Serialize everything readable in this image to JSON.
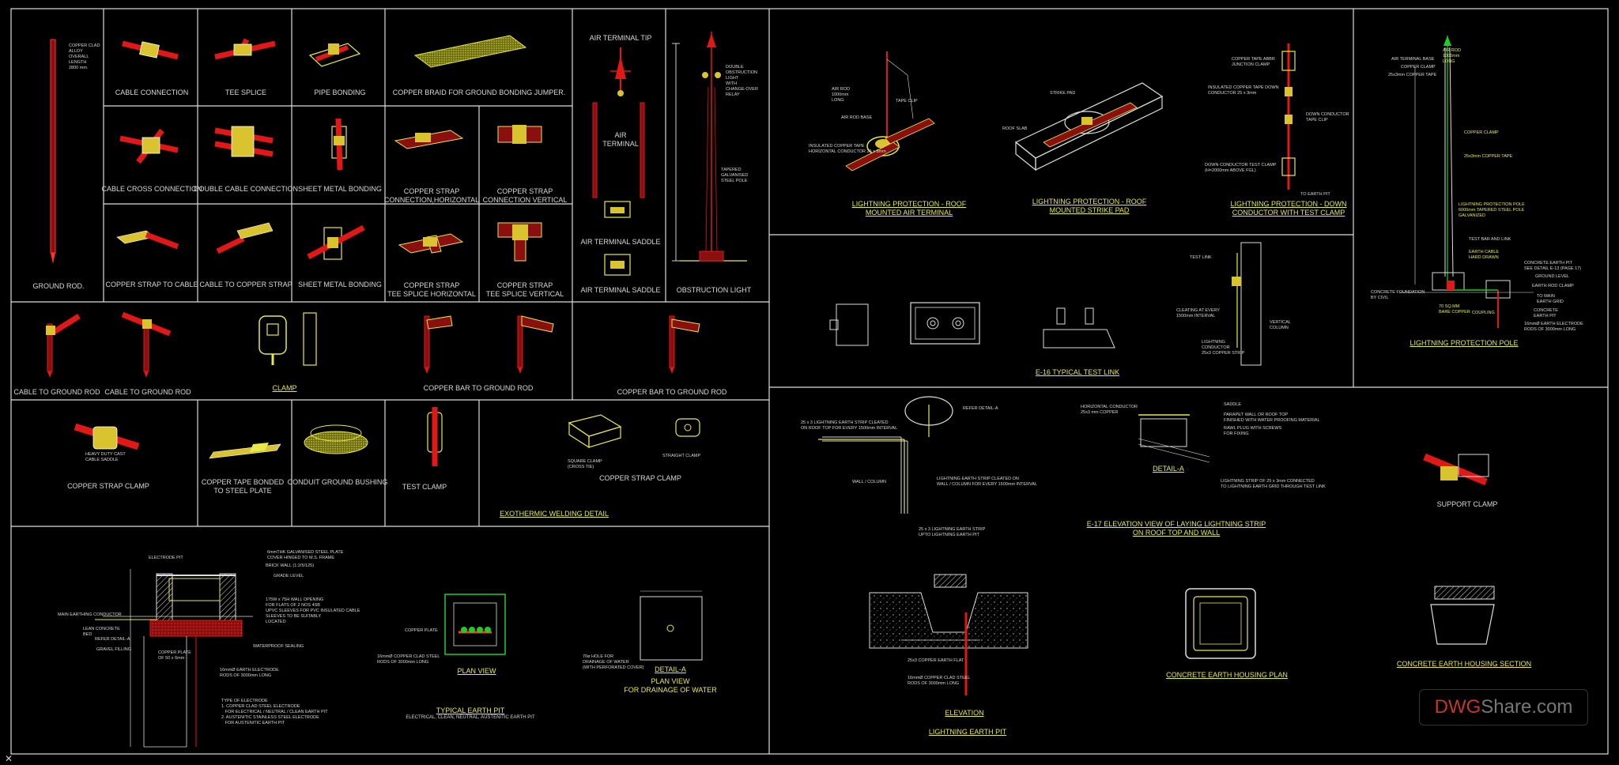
{
  "canvas": {
    "background": "#000000",
    "line_color": "#ffffff",
    "accent_red": "#e01818",
    "accent_yellow": "#e8e84a",
    "accent_green": "#22cc22"
  },
  "left_labels": {
    "ground_rod": "GROUND ROD.",
    "ground_rod_note": "COPPER CLAD\nALLOY\nOVERALL\nLENGTH\n2800 mm.",
    "cable_connection": "CABLE CONNECTION",
    "tee_splice": "TEE SPLICE",
    "pipe_bonding": "PIPE BONDING",
    "copper_braid": "COPPER BRAID FOR GROUND BONDING JUMPER.",
    "cable_cross": "CABLE CROSS CONNECTION",
    "double_cable": "DOUBLE CABLE CONNECTION",
    "sheet_metal_1": "SHEET METAL BONDING",
    "strap_h": "COPPER STRAP\nCONNECTION,HORIZONTAL",
    "strap_v": "COPPER STRAP\nCONNECTION VERTICAL",
    "strap_to_cable": "COPPER STRAP TO CABLE",
    "cable_to_strap": "CABLE TO COPPER STRAP",
    "sheet_metal_2": "SHEET METAL BONDING",
    "strap_tee_h": "COPPER STRAP\nTEE SPLICE HORIZONTAL",
    "strap_tee_v": "COPPER STRAP\nTEE SPLICE VERTICAL",
    "air_tip": "AIR TERMINAL TIP",
    "air_terminal": "AIR\nTERMINAL",
    "air_saddle_1": "AIR TERMINAL SADDLE",
    "air_saddle_2": "AIR TERMINAL SADDLE",
    "obstruction_light": "OBSTRUCTION LIGHT",
    "obstruction_note": "DOUBLE\nOBSTRUCTION\nLIGHT\nWITH\nCHANGE-OVER\nRELAY",
    "tapered_note": "TAPERED\nGALVANISED\nSTEEL POLE",
    "cable_rod_1": "CABLE TO GROUND ROD",
    "cable_rod_2": "CABLE TO GROUND ROD",
    "clamp": "CLAMP",
    "bar_rod_1": "COPPER BAR TO GROUND ROD",
    "bar_rod_2": "COPPER BAR TO GROUND ROD",
    "strap_clamp": "COPPER STRAP CLAMP",
    "strap_clamp_note": "HEAVY DUTY CAST\nCABLE SADDLE",
    "tape_bonded": "COPPER TAPE BONDED\nTO STEEL PLATE",
    "conduit_bushing": "CONDUIT GROUND BUSHING",
    "test_clamp": "TEST CLAMP",
    "square_clamp": "SQUARE CLAMP\n(CROSS TIE)",
    "straight_clamp": "STRAIGHT CLAMP",
    "strap_clamp_2": "COPPER STRAP CLAMP",
    "exothermic": "EXOTHERMIC WELDING DETAIL"
  },
  "earth_pit": {
    "notes_right": [
      "6mmTHK GALVANISED STEEL PLATE\nCOVER HINGED TO M.S. FRAME",
      "BRICK WALL (1:2/5/125)",
      "GRADE LEVEL",
      "175W x 75H WALL OPENING\nFOR FLATS OF 2 NOS 4SB\nUPVC SLEEVES FOR PVC INSULATED CABLE\nSLEEVES TO BE SUITABLY\nLOCATED",
      "WATERPROOF SEALING"
    ],
    "notes_left": [
      "ELECTRODE PIT",
      "MAIN EARTHING CONDUCTOR",
      "LEAN CONCRETE\nBED",
      "REFER DETAIL-A",
      "GRAVEL FILLING"
    ],
    "plate_note": "COPPER PLATE\nOF 50 x 6mm",
    "electrode_note": "16mmØ EARTH ELECTRODE\nRODS OF 3000mm LONG",
    "type_note": "TYPE OF ELECTRODE\n1. COPPER CLAD STEEL ELECTRODE\n   FOR ELECTRICAL / NEUTRAL / CLEAN EARTH PIT\n2. AUSTENITIC STAINLESS STEEL ELECTRODE\n   FOR AUSTENITIC EARTH PIT",
    "plan_view": "PLAN VIEW",
    "copper_plate": "COPPER PLATE",
    "rods_note": "16mmØ COPPER CLAD STEEL\nRODS OF 3000mm LONG",
    "typical_title": "TYPICAL EARTH PIT",
    "typical_sub": "ELECTRICAL, CLEAN, NEUTRAL, AUSTENITIC EARTH PIT",
    "detail_a": "DETAIL-A",
    "plan_drainage": "PLAN VIEW\nFOR DRAINAGE OF WATER",
    "hole_note": "70ø HOLE FOR\nDRAINAGE OF WATER\n(WITH PERFORATED COVER)"
  },
  "right_labels": {
    "roof_air": "LIGHTNING PROTECTION - ROOF\nMOUNTED AIR TERMINAL",
    "roof_strike": "LIGHTNING PROTECTION - ROOF\nMOUNTED STRIKE PAD",
    "down_conductor": "LIGHTNING PROTECTION - DOWN\nCONDUCTOR WITH TEST CLAMP",
    "pole": "LIGHTNING PROTECTION POLE",
    "test_link": "E-16 TYPICAL TEST LINK",
    "e17": "E-17 ELEVATION VIEW OF LAYING LIGHTNING STRIP\nON ROOF TOP AND WALL",
    "detail_a2": "DETAIL-A",
    "refer_detail": "REFER DETAIL-A",
    "support_clamp": "SUPPORT CLAMP",
    "elevation": "ELEVATION",
    "lightning_pit": "LIGHTNING EARTH PIT",
    "housing_plan": "CONCRETE EARTH HOUSING PLAN",
    "housing_section": "CONCRETE EARTH HOUSING SECTION",
    "air_rod_note": "AIR ROD\n1000mm\nLONG",
    "tape_clip": "TAPE CLIP",
    "air_rod_base": "AIR ROD BASE",
    "insulated_tape": "INSULATED COPPER TAPE\nHORIZONTAL CONDUCTOR 25 x 3mm",
    "strike_pad": "STRIKE PAD",
    "roof_slab": "ROOF SLAB",
    "copper_tape_joint": "COPPER TAPE ABBR\nJUNCTION CLAMP",
    "down_tape": "INSULATED COPPER TAPE DOWN\nCONDUCTOR 25 x 3mm",
    "down_clip": "DOWN CONDUCTOR\nTAPE CLIP",
    "test_clamp_note": "DOWN CONDUCTOR TEST CLAMP\n(H=2000mm ABOVE FGL)",
    "to_earth_pit": "TO EARTH PIT",
    "pole_notes": [
      "AIR ROD\n1000mm\nLONG",
      "AIR TERMINAL BASE",
      "COPPER CLAMP",
      "25x3mm COPPER TAPE",
      "COPPER CLAMP",
      "25x3mm COPPER TAPE",
      "LIGHTNING PROTECTION POLE\n6000mm TAPERED STEEL POLE\nGALVANIZED",
      "TEST BAR AND LINK",
      "EARTH CABLE\nHARD DRAWN",
      "CONCRETE EARTH PIT\nSEE DETAIL E-13 (PAGE 17)",
      "GROUND LEVEL",
      "EARTH ROD CLAMP",
      "TO MAIN\nEARTH GRID",
      "CONCRETE\nEARTH PIT",
      "16mmØ EARTH ELECTRODE\nRODS OF 3000mm LONG",
      "CONCRETE FOUNDATION\nBY CIVIL",
      "70 SQ.MM\nBARE COPPER",
      "COUPLING"
    ],
    "strip_notes": [
      "25 x 3 LIGHTNING EARTH STRIP CLEATED\nON ROOF TOP FOR EVERY 1500mm INTERVAL",
      "WALL / COLUMN",
      "LIGHTNING EARTH STRIP CLEATED ON\nWALL / COLUMN FOR EVERY 1500mm INTERVAL",
      "25 x 3 LIGHTNING EARTH STRIP\nUPTO LIGHTNING EARTH PIT"
    ],
    "detail_notes": [
      "SADDLE",
      "PARAPET WALL OR ROOF TOP\nFINISHED WITH WATER PROOFING MATERIAL",
      "RAWL PLUG WITH SCREWS\nFOR FIXING",
      "LIGHTNING STRIP OF 25 x 3mm CONNECTED\nTO LIGHTNING EARTH GRID THROUGH TEST LINK",
      "HORIZONTAL CONDUCTOR\n25x3 mm COPPER"
    ],
    "test_link_notes": [
      "TEST LINK",
      "CLEATING AT EVERY\n1500mm INTERVAL",
      "VERTICAL\nCOLUMN",
      "LIGHTNING\nCONDUCTOR\n25x3 COPPER STRIP"
    ],
    "pit_notes": [
      "25x3 COPPER EARTH FLAT",
      "16mmØ COPPER CLAD STEEL\nRODS OF 3000mm LONG"
    ]
  },
  "watermark": {
    "pre": "DWG",
    "post": "Share.com"
  }
}
